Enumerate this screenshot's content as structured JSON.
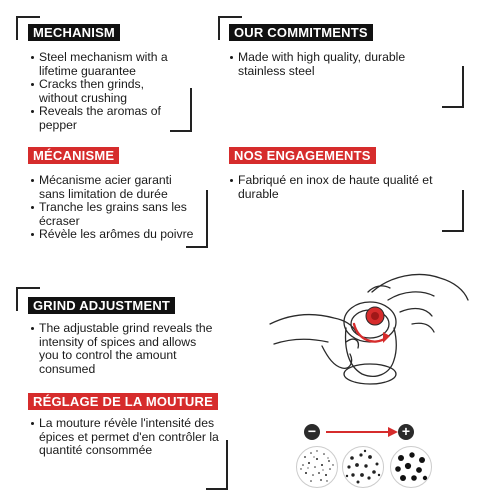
{
  "mechanism_en": {
    "heading": "MECHANISM",
    "items": [
      "Steel mechanism with a lifetime guarantee",
      "Cracks then grinds, without crushing",
      "Reveals the aromas of pepper"
    ]
  },
  "commitments_en": {
    "heading": "OUR COMMITMENTS",
    "items": [
      "Made with high quality, durable stainless steel"
    ]
  },
  "mechanism_fr": {
    "heading": "MÉCANISME",
    "items": [
      "Mécanisme acier garanti sans limitation de durée",
      "Tranche les grains sans les écraser",
      "Révèle les arômes du poivre"
    ]
  },
  "commitments_fr": {
    "heading": "NOS ENGAGEMENTS",
    "items": [
      "Fabriqué en inox de haute qualité et durable"
    ]
  },
  "grind_en": {
    "heading": "GRIND ADJUSTMENT",
    "items": [
      "The adjustable grind reveals the intensity of spices and allows you to control the amount consumed"
    ]
  },
  "grind_fr": {
    "heading": "RÉGLAGE DE LA MOUTURE",
    "items": [
      "La mouture révèle l'intensité des épices et permet d'en contrôler la quantité consommée"
    ]
  },
  "scale": {
    "minus": "−",
    "plus": "+"
  },
  "colors": {
    "accent_red": "#d62c2c",
    "label_black": "#111111"
  }
}
